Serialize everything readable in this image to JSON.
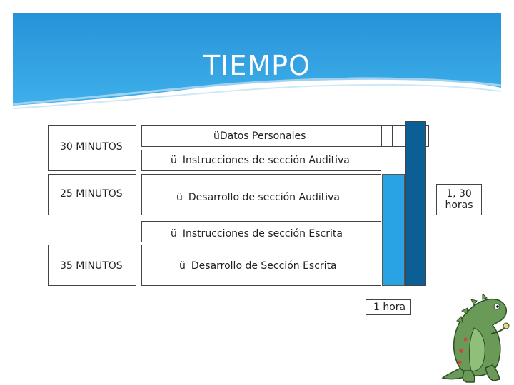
{
  "slide": {
    "title": "TIEMPO",
    "colors": {
      "header_blue": "#2a9ce0",
      "light_bar": "#29a3e4",
      "dark_bar": "#0b5f95",
      "dino": "#6a9a58"
    },
    "time_blocks": [
      {
        "label": "30 MINUTOS"
      },
      {
        "label": "25 MINUTOS"
      },
      {
        "label": "35 MINUTOS"
      }
    ],
    "activities": [
      {
        "check": "ü",
        "text": "Datos Personales"
      },
      {
        "check": "ü",
        "text": "Instrucciones de sección Auditiva"
      },
      {
        "check": "ü",
        "text": "Desarrollo de sección Auditiva"
      },
      {
        "check": "ü",
        "text": "Instrucciones de sección Escrita"
      },
      {
        "check": "ü",
        "text": "Desarrollo de Sección Escrita"
      }
    ],
    "total_label_line1": "1, 30",
    "total_label_line2": "horas",
    "hour_label": "1 hora",
    "decoration_icon": "dinosaur-cartoon"
  }
}
